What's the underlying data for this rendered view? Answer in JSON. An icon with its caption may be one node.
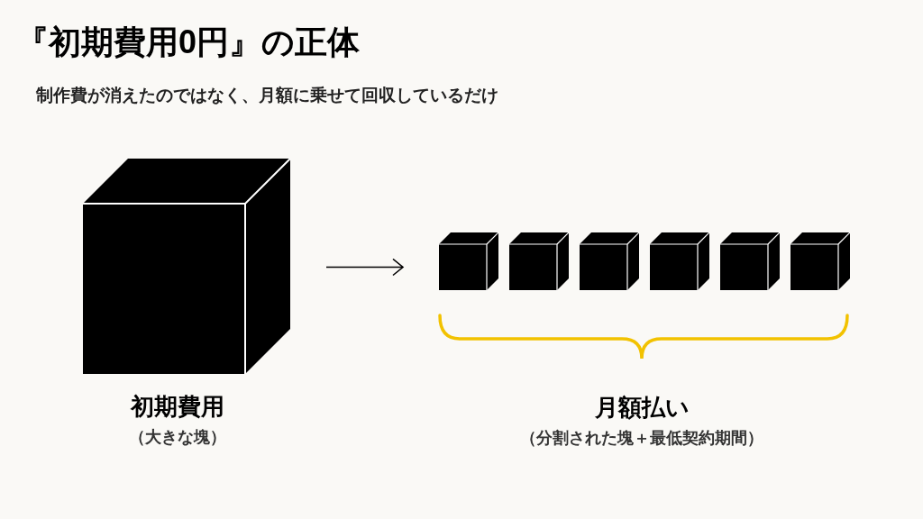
{
  "diagram": {
    "title": "『初期費用0円』の正体",
    "caption": "制作費が消えたのではなく、月額に乗せて回収しているだけ",
    "nodes": [
      {
        "text": [],
        "shape": "box",
        "beside": [
          "初期費用",
          "（大きな塊）"
        ]
      },
      {
        "text": [],
        "shape": "box"
      },
      {
        "text": [],
        "shape": "box"
      },
      {
        "text": [],
        "shape": "box"
      },
      {
        "text": [],
        "shape": "box"
      },
      {
        "text": [],
        "shape": "box"
      },
      {
        "text": [],
        "shape": "box"
      }
    ],
    "edges": [
      {
        "from": 0,
        "to": 1,
        "arrow": "to"
      }
    ],
    "labels": [
      "月額払い",
      "（分割された塊＋最低契約期間）"
    ]
  }
}
